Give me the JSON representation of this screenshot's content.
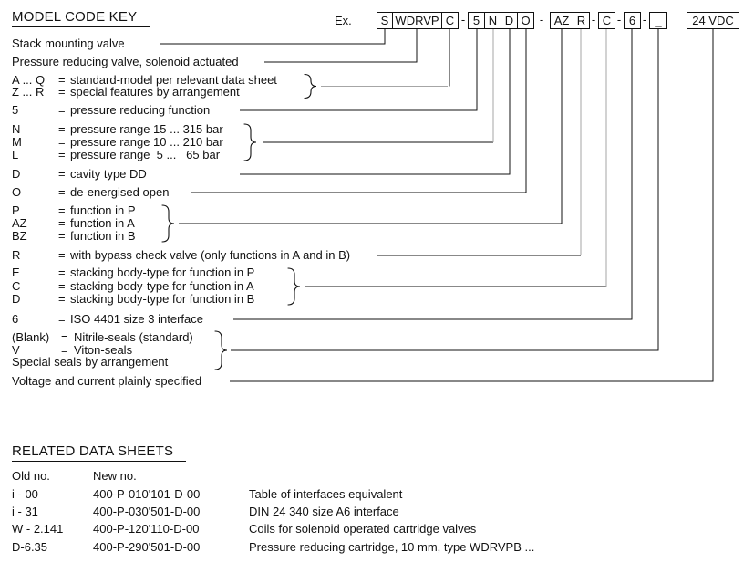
{
  "model_key": {
    "title": "MODEL CODE KEY",
    "example_label": "Ex.",
    "equals": "=",
    "separator": "-",
    "segments": [
      "S",
      "WDRVP",
      "C",
      "5",
      "N",
      "D",
      "O",
      "AZ",
      "R",
      "C",
      "6",
      "_"
    ],
    "voltage": "24 VDC",
    "lines": [
      {
        "text": "Stack mounting valve"
      },
      {
        "text": "Pressure reducing valve, solenoid actuated"
      },
      {
        "code": "A ... Q",
        "desc": "standard-model per relevant data sheet"
      },
      {
        "code": "Z ... R",
        "desc": "special features by arrangement"
      },
      {
        "code": "5",
        "desc": "pressure reducing function"
      },
      {
        "code": "N",
        "desc": "pressure range 15 ... 315 bar"
      },
      {
        "code": "M",
        "desc": "pressure range 10 ... 210 bar"
      },
      {
        "code": "L",
        "desc": "pressure range  5 ...   65 bar"
      },
      {
        "code": "D",
        "desc": "cavity type DD"
      },
      {
        "code": "O",
        "desc": "de-energised open"
      },
      {
        "code": "P",
        "desc": "function in P"
      },
      {
        "code": "AZ",
        "desc": "function in A"
      },
      {
        "code": "BZ",
        "desc": "function in B"
      },
      {
        "code": "R",
        "desc": "with bypass check valve (only functions in A and in B)"
      },
      {
        "code": "E",
        "desc": "stacking body-type for function in P"
      },
      {
        "code": "C",
        "desc": "stacking body-type for function in A"
      },
      {
        "code": "D",
        "desc": "stacking body-type for function in B"
      },
      {
        "code": "6",
        "desc": "ISO 4401 size 3 interface"
      },
      {
        "code": "(Blank)",
        "desc": "Nitrile-seals (standard)"
      },
      {
        "code": "V",
        "desc": "Viton-seals"
      },
      {
        "text": "Special seals by arrangement"
      },
      {
        "text": "Voltage and current plainly specified"
      }
    ]
  },
  "related": {
    "title": "RELATED DATA SHEETS",
    "headers": {
      "old": "Old no.",
      "new": "New no."
    },
    "rows": [
      {
        "old": "i - 00",
        "new": "400-P-010'101-D-00",
        "desc": "Table of interfaces equivalent"
      },
      {
        "old": "i - 31",
        "new": "400-P-030'501-D-00",
        "desc": "DIN 24 340 size A6 interface"
      },
      {
        "old": "W - 2.141",
        "new": "400-P-120'110-D-00",
        "desc": "Coils for solenoid operated cartridge valves"
      },
      {
        "old": "D-6.35",
        "new": "400-P-290'501-D-00",
        "desc": "Pressure reducing cartridge, 10 mm, type WDRVPB ..."
      }
    ]
  },
  "colors": {
    "line": "#111111",
    "faded_line": "#a6a6a6"
  }
}
